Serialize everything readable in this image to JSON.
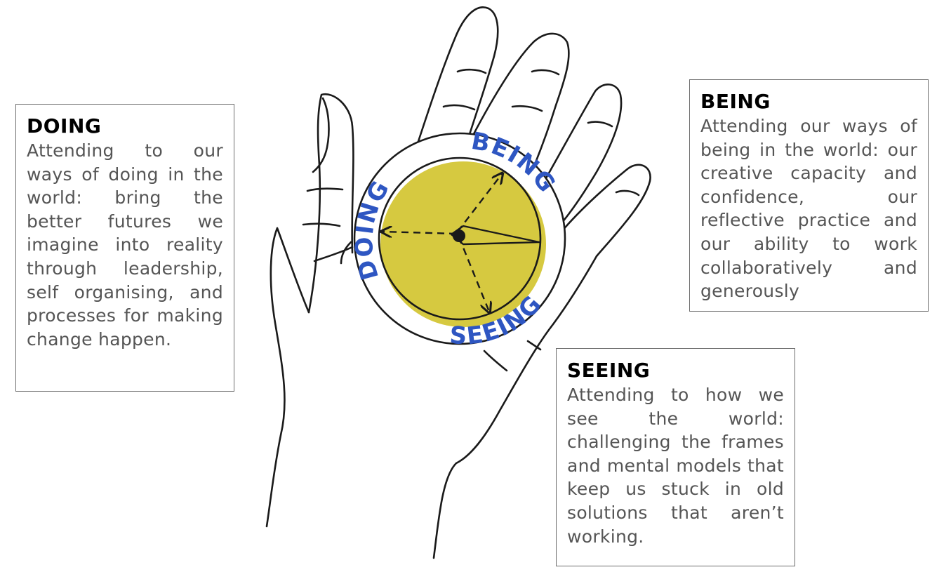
{
  "colors": {
    "compass_fill": "#d6c940",
    "ring_label": "#2e56c2",
    "line": "#1a1a1a",
    "box_border": "#6e6e6e",
    "body_text": "#555555"
  },
  "compass": {
    "labels": {
      "doing": "DOING",
      "being": "BEING",
      "seeing": "SEEING"
    }
  },
  "panels": {
    "doing": {
      "title": "DOING",
      "text": "Attending to our ways of doing in the world: bring the better futures we imagine into reality through leadership, self organising, and processes for making change happen."
    },
    "being": {
      "title": "BEING",
      "text": "Attending our ways of being in the world: our creative capacity and confidence, our reflective practice and our ability to work collaboratively and generously"
    },
    "seeing": {
      "title": "SEEING",
      "text": "Attending to how we see the world: challenging the frames and mental models that keep us stuck in old solutions that aren’t working."
    }
  }
}
